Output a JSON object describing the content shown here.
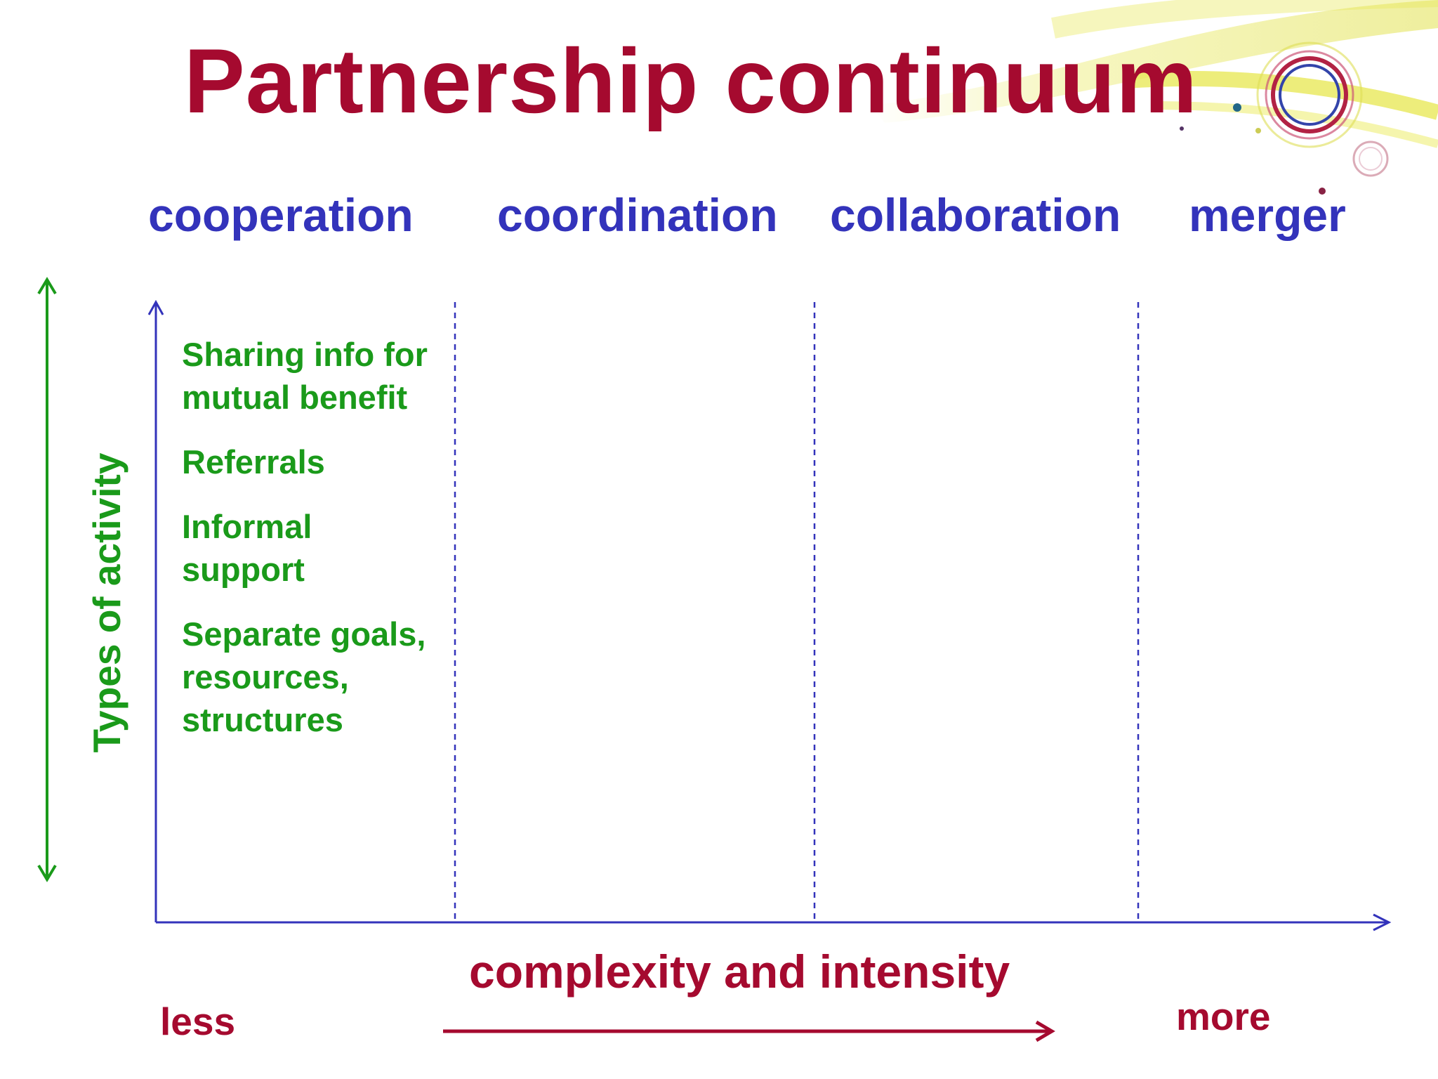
{
  "title": "Partnership continuum",
  "stages": [
    "cooperation",
    "coordination",
    "collaboration",
    "merger"
  ],
  "activities": [
    "Sharing info for mutual benefit",
    "Referrals",
    "Informal support",
    "Separate goals, resources, structures"
  ],
  "y_axis_label": "Types of activity",
  "x_axis_label": "complexity and intensity",
  "x_axis_low": "less",
  "x_axis_high": "more",
  "colors": {
    "title": "#a50a2f",
    "stages": "#3333bb",
    "activities": "#1a9a1a",
    "axes": "#3333bb",
    "intensity_arrow": "#a50a2f",
    "decoration_yellow": "#e8e85a"
  }
}
